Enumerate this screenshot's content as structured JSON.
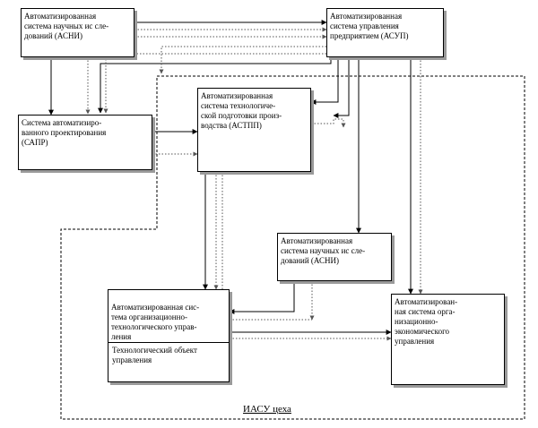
{
  "blocks": {
    "asni_top": "Автоматизированная\nсистема научных ис сле-\nдований (АСНИ)",
    "asup": "Автоматизированная\nсистема управления\nпредприятием (АСУП)",
    "sapr": "Система автоматизиро-\nванного проектирования\n(САПР)",
    "astpp": "Автоматизированная\nсистема технологиче-\nской подготовки произ-\nводства (АСТПП)",
    "asni_mid": "Автоматизированная\nсистема научных ис сле-\nдований (АСНИ)",
    "asotu": "Автоматизированная сис-\nтема организационно-\nтехнологического управ-\nления",
    "tech_object": "Технологический объект\nуправления",
    "asoeu": "Автоматизирован-\nная система орга-\nнизационно-\nэкономического\nуправления"
  },
  "caption": "ИАСУ цеха"
}
